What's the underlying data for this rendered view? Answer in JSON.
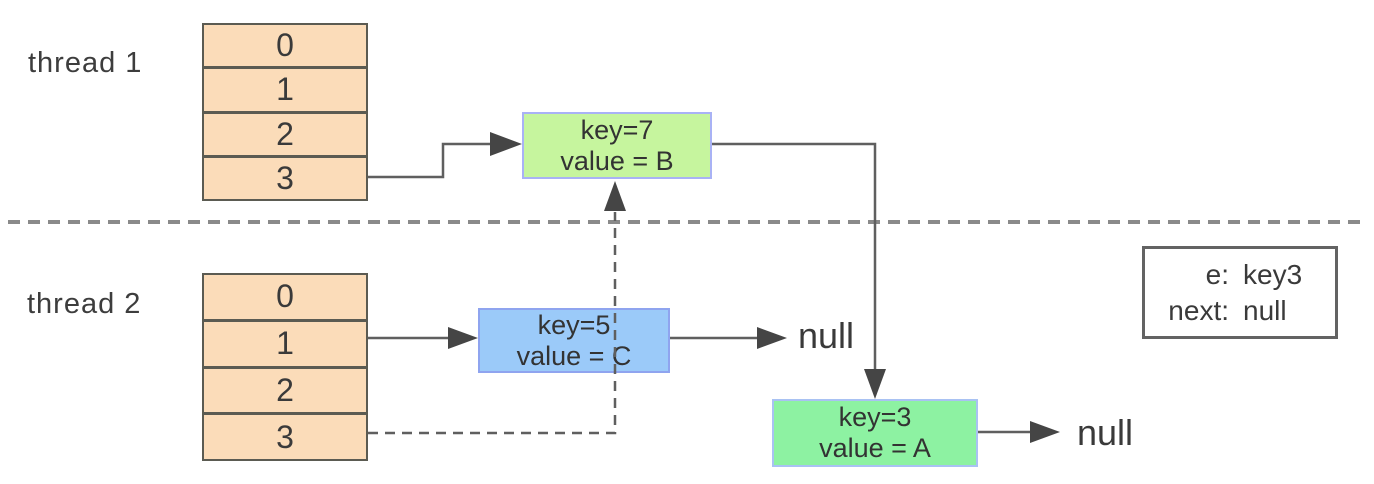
{
  "threads": [
    {
      "label": "thread 1",
      "buckets": [
        "0",
        "1",
        "2",
        "3"
      ]
    },
    {
      "label": "thread 2",
      "buckets": [
        "0",
        "1",
        "2",
        "3"
      ]
    }
  ],
  "nodes": [
    {
      "line1": "key=7",
      "line2": "value = B",
      "fill": "#c6f59e",
      "border": "#a9b2f5"
    },
    {
      "line1": "key=5",
      "line2": "value = C",
      "fill": "#9bcaf9",
      "border": "#8fa4ef"
    },
    {
      "line1": "key=3",
      "line2": "value = A",
      "fill": "#8df2a2",
      "border": "#a9c2f3"
    }
  ],
  "null_labels": [
    "null",
    "null"
  ],
  "info_box": {
    "rows": [
      {
        "label": "e:",
        "value": "key3"
      },
      {
        "label": "next:",
        "value": "null"
      }
    ]
  },
  "colors": {
    "bucket_fill": "#fbdcb9",
    "bucket_border": "#5b5b52",
    "arrow_line": "#5f5f5f",
    "arrowhead": "#454545",
    "separator_dash": "#8a8a8a",
    "info_border": "#636363",
    "text": "#3a3a3a"
  }
}
